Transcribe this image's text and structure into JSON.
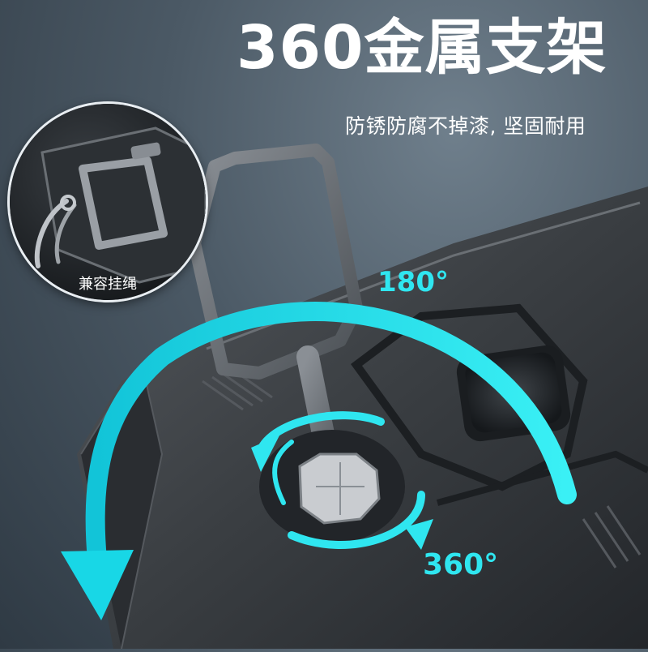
{
  "headline": "360金属支架",
  "subheadline": "防锈防腐不掉漆, 坚固耐用",
  "inset": {
    "caption": "兼容挂绳"
  },
  "rotation_labels": {
    "flip_angle": "180°",
    "spin_angle": "360°"
  },
  "colors": {
    "accent_arrow": "#18d7e6",
    "case_body": "#3d4247",
    "ring_metal": "#7b8086",
    "text": "#ffffff"
  }
}
